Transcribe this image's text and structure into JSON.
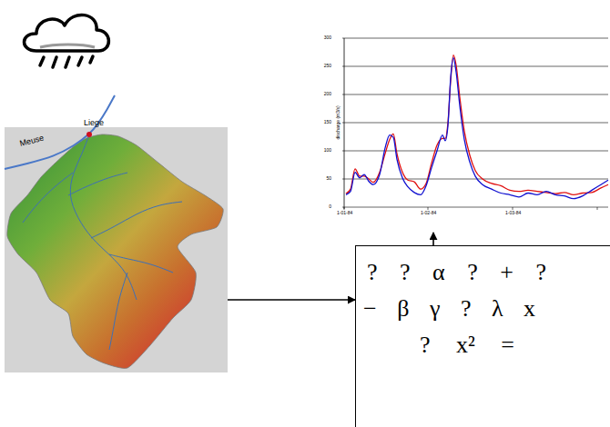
{
  "diagram": {
    "nodes": [
      {
        "text": [
          "Liege",
          "Meuse"
        ]
      },
      {
        "text": [
          "? ? α ? + ?",
          "− β γ ? λ x",
          "? x² ="
        ]
      },
      {
        "text": [
          "300",
          "250",
          "200",
          "150",
          "100",
          "50",
          "0",
          "discharge (m3/s)",
          "1-01-84",
          "1-02-84",
          "1-03-84"
        ]
      }
    ],
    "edges": [
      {
        "from": 0,
        "to": 1,
        "arrow": "to"
      },
      {
        "from": 1,
        "to": 2,
        "arrow": "to"
      }
    ]
  }
}
